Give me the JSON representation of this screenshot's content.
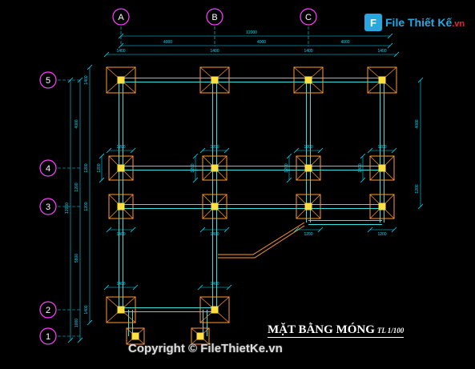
{
  "axes_letters": [
    "A",
    "B",
    "C"
  ],
  "axes_numbers": [
    "5",
    "4",
    "3",
    "2",
    "1"
  ],
  "colors": {
    "beam": "#3be0e0",
    "footing": "#ff9a30",
    "column": "#ffe040",
    "dimension": "#00e0ff",
    "axis_bubble": "#ff40ff",
    "axis_text": "#ffffff",
    "title": "#ffffff",
    "logo": "#2aa7e0"
  },
  "dims_top": {
    "overall": "12000",
    "spans": [
      "4000",
      "4000",
      "4000"
    ],
    "footing_widths": [
      "1400",
      "1400",
      "1400",
      "1400"
    ]
  },
  "dims_left": {
    "overall": "12000",
    "spans": [
      "4000",
      "1200",
      "5800",
      "1000"
    ],
    "footing_heights": [
      "1400",
      "1200",
      "1200",
      "1400"
    ]
  },
  "dims_right": [
    "4000",
    "1200"
  ],
  "dims_mid": {
    "row4_widths": [
      "1200",
      "1200",
      "1200",
      "1200"
    ],
    "row3_widths": [
      "1400",
      "1400",
      "1200",
      "1200"
    ],
    "row2_widths": [
      "1400",
      "1400"
    ],
    "footing_h_labels": [
      "1200",
      "1200",
      "1200",
      "1400"
    ]
  },
  "title": "MẶT BẰNG MÓNG",
  "scale": "TL 1/100",
  "logo": {
    "mark": "F",
    "name": "File Thiết Kế",
    "tld": ".vn"
  },
  "copyright": "Copyright © FileThietKe.vn"
}
